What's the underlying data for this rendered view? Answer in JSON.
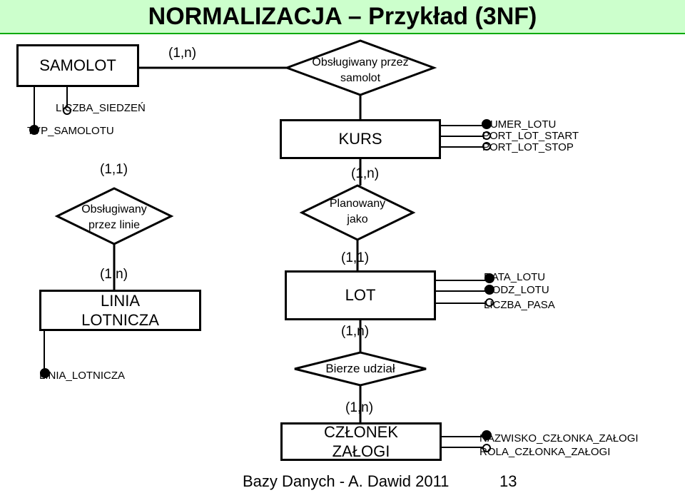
{
  "title": "NORMALIZACJA  – Przykład (3NF)",
  "entities": {
    "samolot": "SAMOLOT",
    "kurs": "KURS",
    "linia_lotnicza_line1": "LINIA",
    "linia_lotnicza_line2": "LOTNICZA",
    "lot": "LOT",
    "czlonek_line1": "CZŁONEK",
    "czlonek_line2": "ZAŁOGI"
  },
  "relationships": {
    "obslugiwany_przez_samolot_line1": "Obsługiwany przez",
    "obslugiwany_przez_samolot_line2": "samolot",
    "obslugiwany_przez_linie_line1": "Obsługiwany",
    "obslugiwany_przez_linie_line2": "przez linie",
    "planowany_jako_line1": "Planowany",
    "planowany_jako_line2": "jako",
    "bierze_udzial": "Bierze udział"
  },
  "cardinalities": {
    "samolot_rel": "(1,n)",
    "linia_rel_top": "(1,1)",
    "linia_rel_bottom": "(1,n)",
    "kurs_rel": "(1,n)",
    "lot_top": "(1,1)",
    "lot_bottom": "(1,n)",
    "czlonek_top": "(1,n)"
  },
  "attributes": {
    "samolot": [
      "LICZBA_SIEDZEŃ",
      "TYP_SAMOLOTU"
    ],
    "kurs": [
      "NUMER_LOTU",
      "PORT_LOT_START",
      "PORT_LOT_STOP"
    ],
    "lot": [
      "DATA_LOTU",
      "GODZ_LOTU",
      "LICZBA_PASA"
    ],
    "linia": [
      "LINIA_LOTNICZA"
    ],
    "czlonek": [
      "NAZWISKO_CZŁONKA_ZAŁOGI",
      "ROLA_CZŁONKA_ZAŁOGI"
    ]
  },
  "footer": {
    "text": "Bazy Danych - A. Dawid 2011",
    "page": "13"
  },
  "colors": {
    "title_background": "#ccffcc",
    "title_border": "#00aa00",
    "lines": "#000000"
  }
}
